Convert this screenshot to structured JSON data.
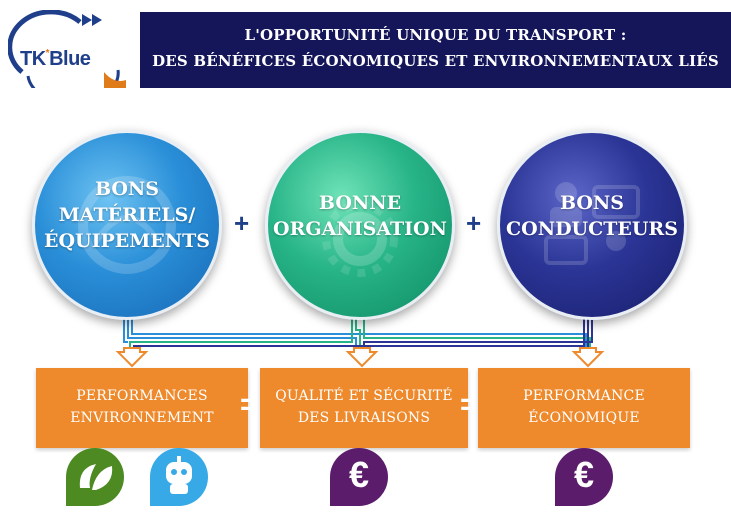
{
  "logo": {
    "brand_left": "TK",
    "brand_mark": "*",
    "brand_right": "Blue"
  },
  "banner": {
    "line1": "L'OPPORTUNITÉ UNIQUE DU TRANSPORT :",
    "line2": "DES BÉNÉFICES ÉCONOMIQUES ET ENVIRONNEMENTAUX LIÉS",
    "color": "#15165a"
  },
  "circles": [
    {
      "line1": "BONS",
      "line2": "MATÉRIELS/",
      "line3": "ÉQUIPEMENTS",
      "color": "#2a8fd8"
    },
    {
      "line1": "BONNE",
      "line2": "ORGANISATION",
      "color": "#27b487"
    },
    {
      "line1": "BONS",
      "line2": "CONDUCTEURS",
      "color": "#2b3596"
    }
  ],
  "operators": {
    "plus": "+",
    "equals": "="
  },
  "outcomes": [
    {
      "line1": "PERFORMANCES",
      "line2": "ENVIRONNEMENT"
    },
    {
      "line1": "QUALITÉ ET SÉCURITÉ",
      "line2": "DES LIVRAISONS"
    },
    {
      "line1": "PERFORMANCE",
      "line2": "ÉCONOMIQUE"
    }
  ],
  "icons": {
    "leaf": "leaf-icon",
    "robot": "robot-icon",
    "euro": "€",
    "accent": "#ee8a2c",
    "euro_color": "#5b1d6b"
  }
}
